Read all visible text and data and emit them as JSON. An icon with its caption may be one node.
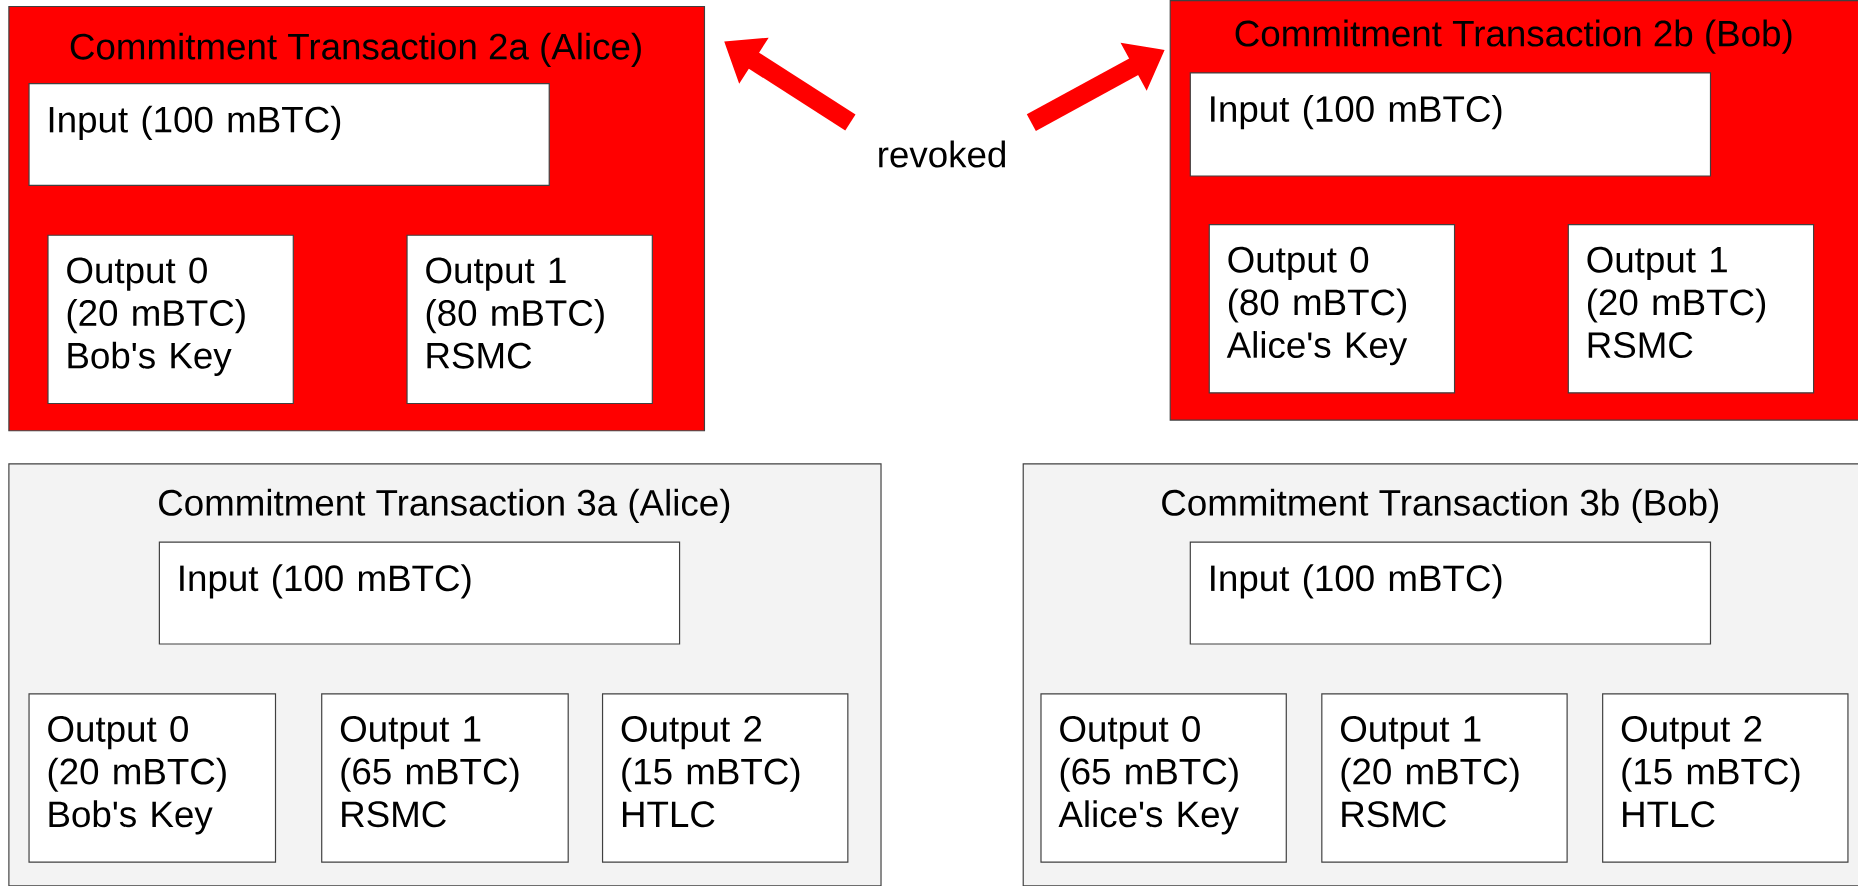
{
  "diagram": {
    "nodes": [
      {
        "text": [
          "Commitment Transaction 2a (Alice)"
        ]
      },
      {
        "text": [
          "Input (100 mBTC)"
        ],
        "in": 0
      },
      {
        "text": [
          "Output 0 (20 mBTC) Bob's Key"
        ],
        "in": 0
      },
      {
        "text": [
          "Output 1 (80 mBTC) RSMC"
        ],
        "in": 0
      },
      {
        "text": [
          "revoked"
        ]
      },
      {
        "text": [
          "Commitment Transaction 2b (Bob)"
        ]
      },
      {
        "text": [
          "Input (100 mBTC)"
        ],
        "in": 5
      },
      {
        "text": [
          "Output 0 (80 mBTC) Alice's Key"
        ],
        "in": 5
      },
      {
        "text": [
          "Output 1 (20 mBTC) RSMC"
        ],
        "in": 5
      },
      {
        "text": [
          "Commitment Transaction 3a (Alice)"
        ]
      },
      {
        "text": [
          "Input (100 mBTC)"
        ],
        "in": 9
      },
      {
        "text": [
          "Output 0 (20 mBTC) Bob's Key"
        ],
        "in": 9
      },
      {
        "text": [
          "Output 1 (65 mBTC) RSMC"
        ],
        "in": 9
      },
      {
        "text": [
          "Output 2 (15 mBTC) HTLC"
        ],
        "in": 9
      },
      {
        "text": [
          "Commitment Transaction 3b (Bob)"
        ]
      },
      {
        "text": [
          "Input (100 mBTC)"
        ],
        "in": 14
      },
      {
        "text": [
          "Output 0 (65 mBTC) Alice's Key"
        ],
        "in": 14
      },
      {
        "text": [
          "Output 1 (20 mBTC) RSMC"
        ],
        "in": 14
      },
      {
        "text": [
          "Output 2 (15 mBTC) HTLC"
        ],
        "in": 14
      }
    ],
    "edges": [
      {
        "from": 4,
        "to": 0,
        "arrow": "to"
      },
      {
        "from": 4,
        "to": 5,
        "arrow": "to"
      }
    ]
  }
}
